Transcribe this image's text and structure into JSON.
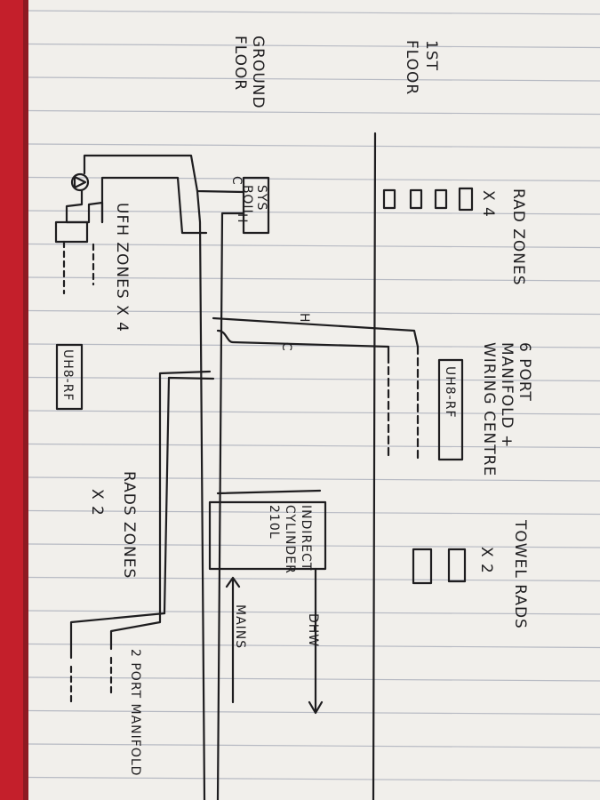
{
  "floors": {
    "first": [
      "1ST",
      "FLOOR"
    ],
    "ground": [
      "GROUND",
      "FLOOR"
    ]
  },
  "first_floor": {
    "rad_zones": [
      "RAD ZONES",
      "X 4"
    ],
    "manifold": [
      "6 PORT",
      "MANIFOLD +",
      "WIRING CENTRE"
    ],
    "wiring_centre_label": "UH8-RF",
    "towel_rads": [
      "TOWEL RADS",
      "X 2"
    ],
    "hot_label": "H",
    "cold_label": "C"
  },
  "ground_floor": {
    "boiler": [
      "SYS",
      "BOIL"
    ],
    "boiler_cold": "C",
    "boiler_hot": "H",
    "ufh_zones": "UFH ZONES X 4",
    "ufh_wiring_centre": "UH8-RF",
    "cylinder": [
      "INDIRECT",
      "CYLINDER",
      "210L"
    ],
    "dhw": "DHW",
    "mains": "MAINS",
    "rads_zones": [
      "RADS ZONES",
      "X 2"
    ],
    "two_port": "2 PORT MANIFOLD"
  },
  "colors": {
    "paper": "#f1efeb",
    "rule": "#b7bac3",
    "margin": "#c41f2b",
    "ink": "#1e1d1f"
  }
}
